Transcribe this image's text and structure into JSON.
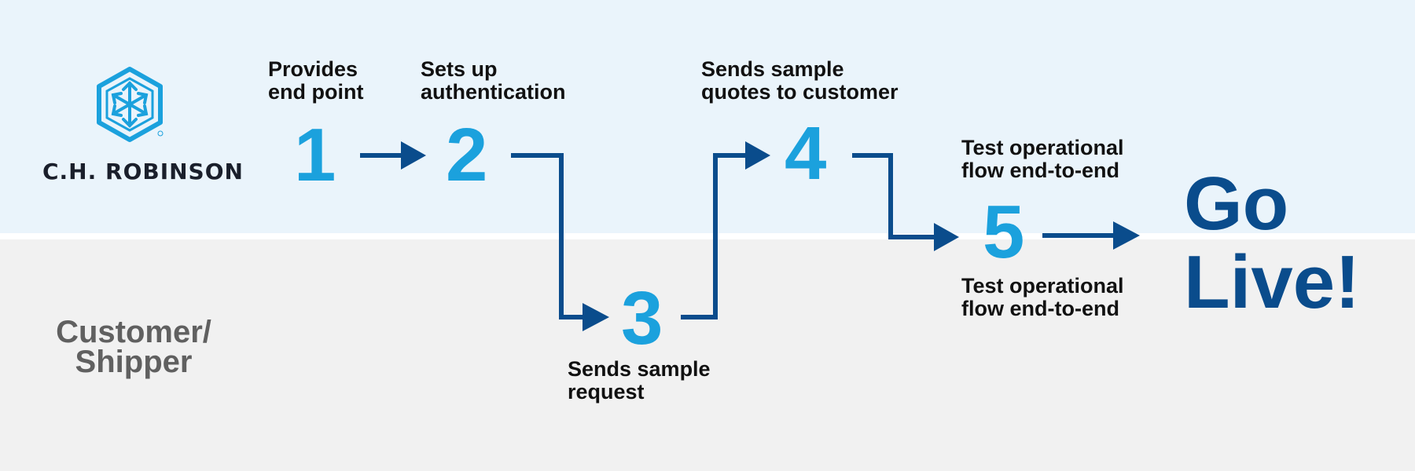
{
  "brand": {
    "name": "C.H. ROBINSON",
    "logo_icon": "chr-hexagon-logo-icon",
    "color": "#1ba1dd"
  },
  "lanes": {
    "bottom_label": "Customer/\nShipper"
  },
  "steps": [
    {
      "number": "1",
      "label": "Provides\nend point",
      "lane": "C.H. Robinson"
    },
    {
      "number": "2",
      "label": "Sets up\nauthentication",
      "lane": "C.H. Robinson"
    },
    {
      "number": "3",
      "label": "Sends sample\nrequest",
      "lane": "Customer/Shipper"
    },
    {
      "number": "4",
      "label": "Sends sample\nquotes to customer",
      "lane": "C.H. Robinson"
    },
    {
      "number": "5",
      "label_top": "Test operational\nflow end-to-end",
      "label_bottom": "Test operational\nflow end-to-end",
      "lane": "Both"
    }
  ],
  "final": "Go\nLive!",
  "colors": {
    "top_lane": "#eaf4fb",
    "bottom_lane": "#f1f1f1",
    "number": "#1ba1dd",
    "arrow": "#0a4c8c",
    "golive": "#0a4c8c",
    "lane_label": "#606060"
  }
}
